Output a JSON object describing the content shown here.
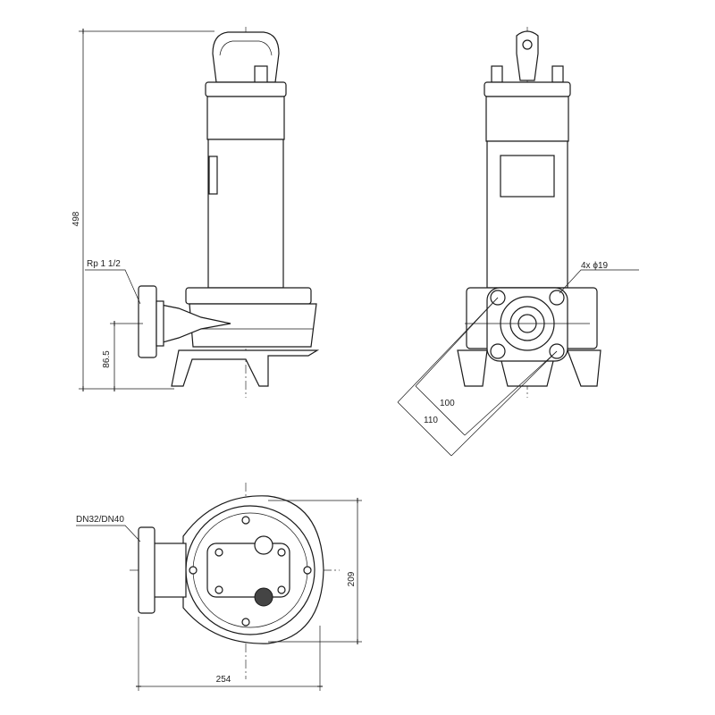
{
  "title": "Pump dimensional drawing",
  "dimensions": {
    "overall_height": "498",
    "outlet_thread": "Rp 1 1/2",
    "outlet_height": "86.5",
    "flange_holes": "4x ϕ19",
    "hole_spacing_inner": "100",
    "hole_spacing_outer": "110",
    "flange_size": "DN32/DN40",
    "top_depth": "209",
    "top_width": "254"
  },
  "colors": {
    "line": "#1a1a1a",
    "background": "#ffffff"
  }
}
